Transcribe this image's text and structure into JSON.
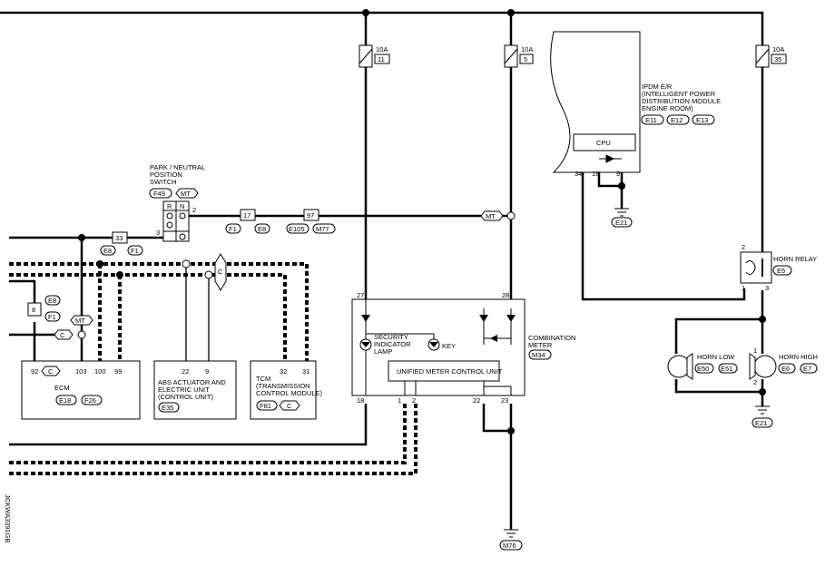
{
  "fuses": {
    "f11": {
      "amp": "10A",
      "num": "11"
    },
    "f5": {
      "amp": "10A",
      "num": "5"
    },
    "f35": {
      "amp": "10A",
      "num": "35"
    }
  },
  "ipdm": {
    "title_lines": [
      "IPDM E/R",
      "(INTELLIGENT POWER",
      " DISTRIBUTION MODULE",
      " ENGINE ROOM)"
    ],
    "connectors": [
      "E11",
      "E12",
      "E13"
    ],
    "cpu_label": "CPU",
    "pins": {
      "p34": "34",
      "p18": "18",
      "p9": "9"
    },
    "ground": "E21"
  },
  "park_switch": {
    "title_lines": [
      "PARK / NEUTRAL",
      "POSITION",
      "SWITCH"
    ],
    "conn": "F49",
    "mt_tag": "MT",
    "r": "R",
    "n": "N",
    "pin2": "2",
    "pin3": "3"
  },
  "joints": {
    "j17": "17",
    "j97": "97",
    "j33": "33",
    "j8": "8",
    "f1": "F1",
    "e8": "E8",
    "e105": "E105",
    "m77": "M77"
  },
  "tags": {
    "mt": "MT",
    "c": "C"
  },
  "ecm": {
    "title": "ECM",
    "conns": [
      "E18",
      "F26"
    ],
    "pins": {
      "p92": "92",
      "p103": "103",
      "p100": "100",
      "p99": "99"
    },
    "c_tag": "C"
  },
  "abs": {
    "title_lines": [
      "ABS ACTUATOR AND",
      "ELECTRIC UNIT",
      "(CONTROL UNIT)"
    ],
    "conn": "E35",
    "pins": {
      "p22": "22",
      "p9": "9"
    }
  },
  "tcm": {
    "title_lines": [
      "TCM",
      "(TRANSMISSION",
      " CONTROL MODULE)"
    ],
    "conn": "F81",
    "c_tag": "C",
    "pins": {
      "p32": "32",
      "p31": "31"
    }
  },
  "combo_meter": {
    "title_lines": [
      "COMBINATION",
      "METER"
    ],
    "conn": "M34",
    "security_lines": [
      "SECURITY",
      "INDICATOR",
      "LAMP"
    ],
    "key": "KEY",
    "unit": "UNIFIED METER CONTROL UNIT",
    "pins": {
      "p27": "27",
      "p28": "28",
      "p18": "18",
      "p1": "1",
      "p2": "2",
      "p22": "22",
      "p23": "23"
    },
    "ground": "M76"
  },
  "horn_relay": {
    "title": "HORN RELAY",
    "conn": "E5",
    "pins": {
      "p2": "2",
      "p1": "1",
      "p3": "3"
    }
  },
  "horn_low": {
    "title": "HORN LOW",
    "conns": [
      "E50",
      "E51"
    ],
    "pins": {
      "p1": "1",
      "p2": "2"
    }
  },
  "horn_high": {
    "title": "HORN HIGH",
    "conns": [
      "E6",
      "E7"
    ],
    "pins": {
      "p1": "1",
      "p2": "2"
    }
  },
  "horn_ground": "E21",
  "side_code": "JCKWA3391GB"
}
